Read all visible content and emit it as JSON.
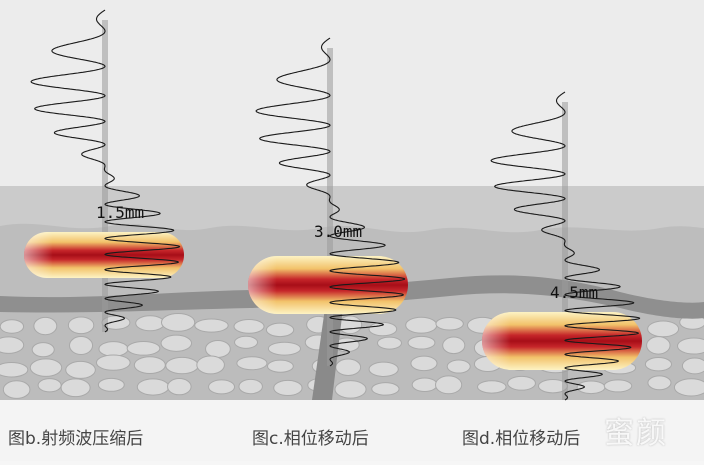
{
  "panels": [
    {
      "caption": "图b.射频波压缩后",
      "depth_label": "1.5mm"
    },
    {
      "caption": "图c.相位移动后",
      "depth_label": "3.0mm"
    },
    {
      "caption": "图d.相位移动后",
      "depth_label": "4.5mm"
    }
  ],
  "watermark": "蜜颜",
  "colors": {
    "background": "#ececec",
    "skin_layer": "#c9c9c9",
    "fascia_band": "#8e8e8e",
    "fat_layer": "#b4b4b4",
    "heat_core": "#b5121b",
    "heat_edge": "#fdf3c4",
    "wave_line": "#1a1a1a"
  }
}
